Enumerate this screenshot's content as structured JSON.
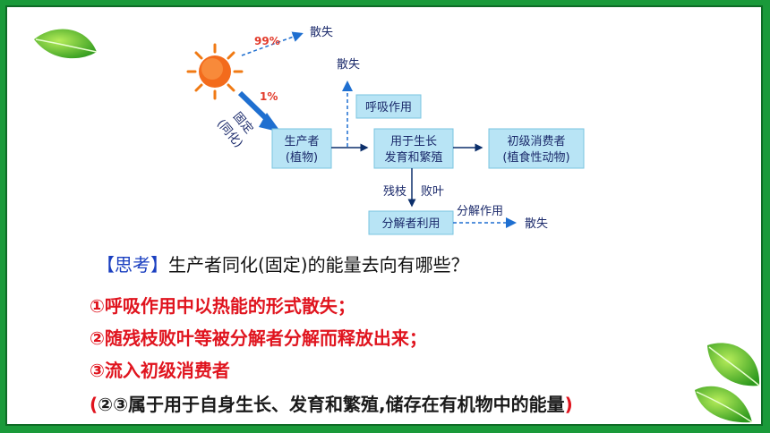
{
  "diagram": {
    "sun_loss_pct": "99%",
    "sun_loss_label": "散失",
    "sun_gain_pct": "1%",
    "fixation_label_1": "固定",
    "fixation_label_2": "(同化)",
    "producer_line1": "生产者",
    "producer_line2": "(植物)",
    "respiration_label": "呼吸作用",
    "respiration_loss": "散失",
    "growth_line1": "用于生长",
    "growth_line2": "发育和繁殖",
    "consumer_line1": "初级消费者",
    "consumer_line2": "(植食性动物)",
    "litter_label_1": "残枝",
    "litter_label_2": "败叶",
    "decomposer_label": "分解者利用",
    "decompose_label": "分解作用",
    "decompose_loss": "散失"
  },
  "question": {
    "tag": "【思考】",
    "text": "生产者同化(固定)的能量去向有哪些？"
  },
  "answers": [
    "①呼吸作用中以热能的形式散失；",
    "②随残枝败叶等被分解者分解而释放出来；",
    "③流入初级消费者"
  ],
  "note": {
    "open": "(",
    "text": "②③属于用于自身生长、发育和繁殖,储存在有机物中的能量",
    "close": ")"
  },
  "colors": {
    "border_green": "#1a9a3a",
    "box_fill": "#b8e4f5",
    "arrow_blue": "#1f6fd0",
    "answer_red": "#e0141e",
    "tag_blue": "#1a3fc0"
  }
}
